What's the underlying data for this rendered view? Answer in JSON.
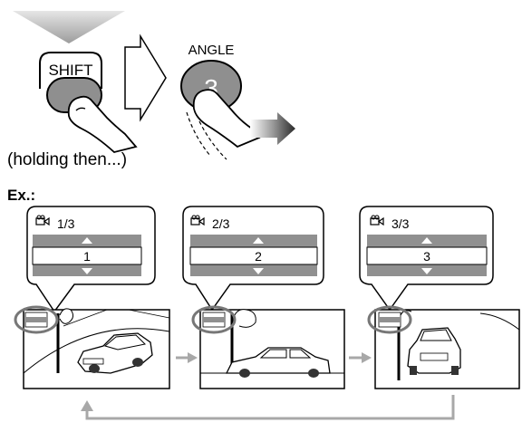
{
  "instruction": {
    "shift_label": "SHIFT",
    "angle_label": "ANGLE",
    "angle_number": "3",
    "caption": "(holding then...)"
  },
  "example_label": "Ex.:",
  "panels": [
    {
      "angle_text": "1/3",
      "value": "1",
      "view": "front-left"
    },
    {
      "angle_text": "2/3",
      "value": "2",
      "view": "side"
    },
    {
      "angle_text": "3/3",
      "value": "3",
      "view": "front"
    }
  ],
  "icons": {
    "angle": "camera-angle-icon",
    "up": "triangle-up-icon",
    "down": "triangle-down-icon",
    "next": "arrow-right-icon",
    "loop": "loop-back-arrow-icon",
    "press": "press-arrow-icon",
    "finger": "finger-icon"
  },
  "colors": {
    "bar": "#909090",
    "arrow_gray": "#a8a8a8",
    "button_gray": "#8f8f8f",
    "line": "#000000"
  }
}
